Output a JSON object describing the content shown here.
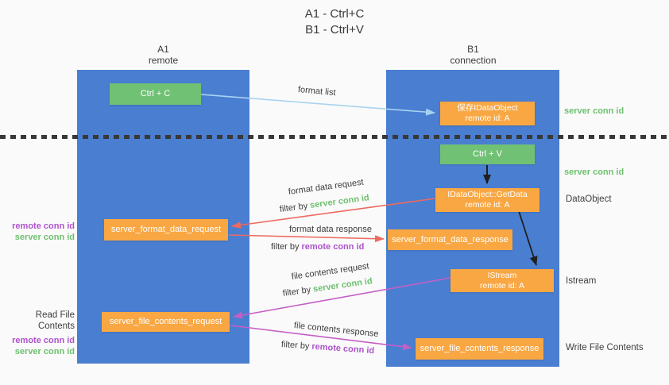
{
  "title": {
    "line1": "A1 - Ctrl+C",
    "line2": "B1 - Ctrl+V"
  },
  "lanes": {
    "a1": {
      "name": "A1",
      "subtitle": "remote"
    },
    "b1": {
      "name": "B1",
      "subtitle": "connection"
    }
  },
  "boxes": {
    "ctrl_c": "Ctrl + C",
    "ctrl_v": "Ctrl + V",
    "save_idataobject": "保存IDataObject",
    "remote_id_a": "remote id: A",
    "getdata": "IDataObject::GetData",
    "istream": "IStream",
    "server_format_data_request": "server_format_data_request",
    "server_format_data_response": "server_format_data_response",
    "server_file_contents_request": "server_file_contents_request",
    "server_file_contents_response": "server_file_contents_response"
  },
  "flow_labels": {
    "format_list": "format list",
    "format_data_request": "format data request",
    "format_data_response": "format data response",
    "file_contents_request": "file contents request",
    "file_contents_response": "file contents response",
    "filter_by": "filter by",
    "server_conn_id": "server conn id",
    "remote_conn_id": "remote conn id"
  },
  "side_labels": {
    "server_conn_id": "server conn id",
    "remote_conn_id": "remote conn id",
    "dataobject": "DataObject",
    "istream": "Istream",
    "read_file_contents": "Read File Contents",
    "write_file_contents": "Write File Contents"
  },
  "colors": {
    "bg": "#fafafa",
    "lane": "#4a7ed1",
    "green_box": "#71c175",
    "orange_box": "#f9a743",
    "text_gray": "#3d3d3d",
    "text_green": "#6ec06e",
    "text_purple": "#ad53cc",
    "arrow_blue": "#a8d3f0",
    "arrow_red": "#ed6a5e",
    "arrow_magenta": "#c55fc6",
    "arrow_black": "#1f1f1f"
  }
}
